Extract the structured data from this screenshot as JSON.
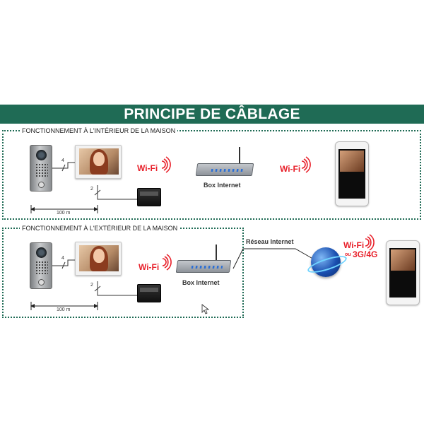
{
  "diagram": {
    "title": "PRINCIPE DE CÂBLAGE",
    "sections": [
      {
        "title": "FONCTIONNEMENT À L'INTÉRIEUR DE LA MAISON",
        "wire_label_top": "4",
        "wire_label_bottom": "2",
        "distance": "100 m",
        "wifi_left": "Wi-Fi",
        "router_label": "Box Internet",
        "wifi_right": "Wi-Fi"
      },
      {
        "title": "FONCTIONNEMENT À L'EXTÉRIEUR DE LA MAISON",
        "wire_label_top": "4",
        "wire_label_bottom": "2",
        "distance": "100 m",
        "wifi_left": "Wi-Fi",
        "router_label": "Box Internet",
        "network_label": "Réseau Internet",
        "wifi_right": "Wi-Fi",
        "wifi_right_sub": "ou",
        "wifi_right_alt": "3G/4G"
      }
    ],
    "colors": {
      "banner": "#1f6b55",
      "wifi": "#e8202a",
      "border": "#1f6b55"
    },
    "icons": [
      "door-station-icon",
      "video-monitor-icon",
      "power-supply-icon",
      "router-icon",
      "smartphone-icon",
      "globe-icon",
      "wifi-signal-icon",
      "cursor-icon"
    ]
  }
}
